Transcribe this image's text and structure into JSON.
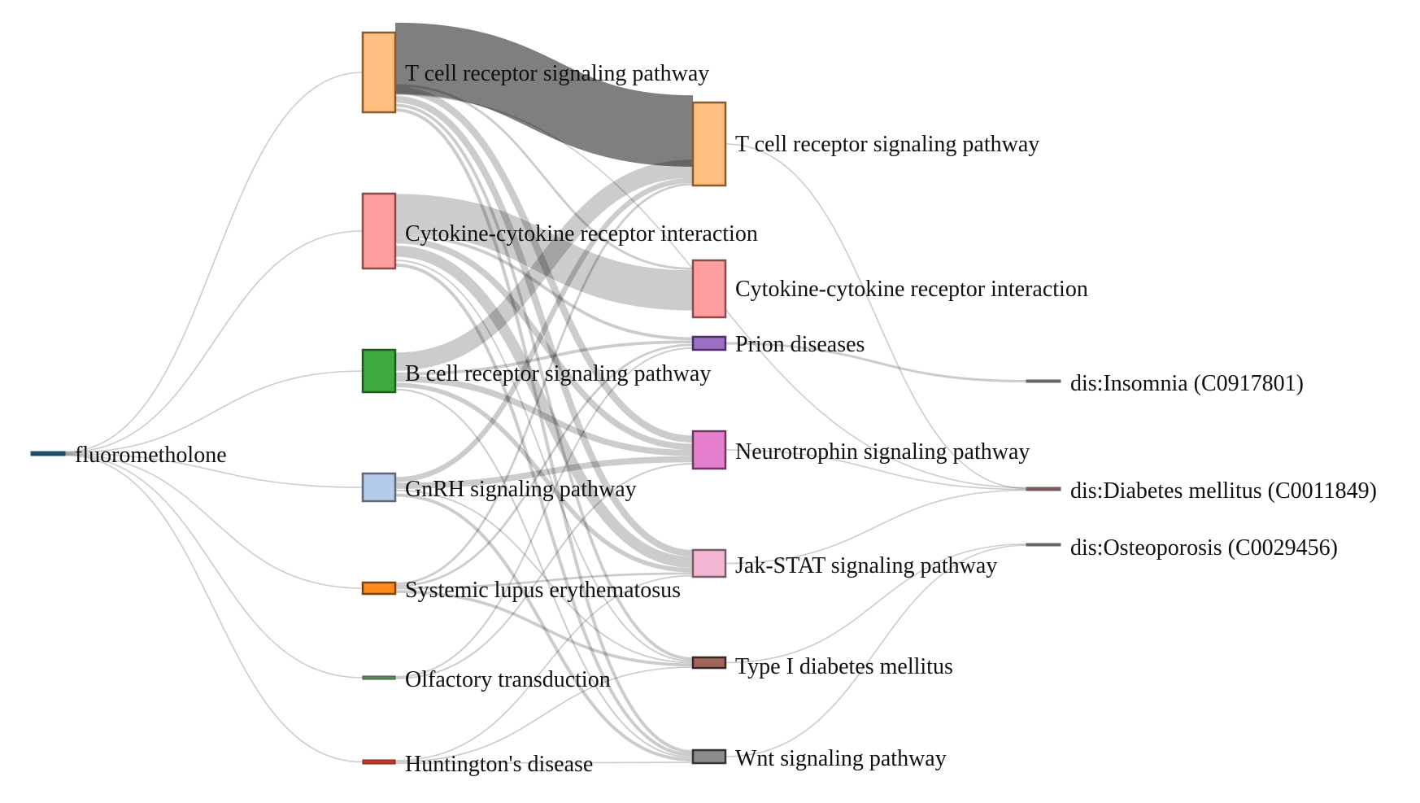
{
  "diagram": {
    "type": "sankey",
    "link_color": "#000000",
    "nodes": [
      {
        "id": "drug",
        "label": "fluorometholone",
        "column": 0,
        "fill": "#1f4e6e",
        "stroke": "#1f4e6e"
      },
      {
        "id": "p1_tcell",
        "label": "T cell receptor signaling pathway",
        "column": 1,
        "fill": "#ffbf80",
        "stroke": "#8a5a2b"
      },
      {
        "id": "p1_cyto",
        "label": "Cytokine-cytokine receptor interaction",
        "column": 1,
        "fill": "#ff9e9e",
        "stroke": "#8a4a4a"
      },
      {
        "id": "p1_bcell",
        "label": "B cell receptor signaling pathway",
        "column": 1,
        "fill": "#3daa3d",
        "stroke": "#1e5c1e"
      },
      {
        "id": "p1_gnrh",
        "label": "GnRH signaling pathway",
        "column": 1,
        "fill": "#b4cbeb",
        "stroke": "#5a6878"
      },
      {
        "id": "p1_sle",
        "label": "Systemic lupus erythematosus",
        "column": 1,
        "fill": "#ff8c1a",
        "stroke": "#7a420d"
      },
      {
        "id": "p1_olf",
        "label": "Olfactory transduction",
        "column": 1,
        "fill": "#5a8a5a",
        "stroke": "#3a5a3a"
      },
      {
        "id": "p1_hunt",
        "label": "Huntington's disease",
        "column": 1,
        "fill": "#c0392b",
        "stroke": "#7a1f18"
      },
      {
        "id": "p2_tcell",
        "label": "T cell receptor signaling pathway",
        "column": 2,
        "fill": "#ffbf80",
        "stroke": "#8a5a2b"
      },
      {
        "id": "p2_cyto",
        "label": "Cytokine-cytokine receptor interaction",
        "column": 2,
        "fill": "#ff9e9e",
        "stroke": "#8a4a4a"
      },
      {
        "id": "p2_prion",
        "label": "Prion diseases",
        "column": 2,
        "fill": "#9b6fc4",
        "stroke": "#4a2f66"
      },
      {
        "id": "p2_neuro",
        "label": "Neurotrophin signaling pathway",
        "column": 2,
        "fill": "#e37fcc",
        "stroke": "#6e3462"
      },
      {
        "id": "p2_jak",
        "label": "Jak-STAT signaling pathway",
        "column": 2,
        "fill": "#f5b8d4",
        "stroke": "#7a5a68"
      },
      {
        "id": "p2_t1d",
        "label": "Type I diabetes mellitus",
        "column": 2,
        "fill": "#a0645a",
        "stroke": "#3e2420"
      },
      {
        "id": "p2_wnt",
        "label": "Wnt signaling pathway",
        "column": 2,
        "fill": "#8c8c8c",
        "stroke": "#333333"
      },
      {
        "id": "d_insomnia",
        "label": "dis:Insomnia (C0917801)",
        "column": 3,
        "fill": "#666666",
        "stroke": "#666666"
      },
      {
        "id": "d_diabetes",
        "label": "dis:Diabetes mellitus (C0011849)",
        "column": 3,
        "fill": "#7a5a5a",
        "stroke": "#7a5a5a"
      },
      {
        "id": "d_osteo",
        "label": "dis:Osteoporosis (C0029456)",
        "column": 3,
        "fill": "#666666",
        "stroke": "#666666"
      }
    ],
    "links": [
      {
        "source": "drug",
        "target": "p1_tcell",
        "value": 1
      },
      {
        "source": "drug",
        "target": "p1_cyto",
        "value": 1
      },
      {
        "source": "drug",
        "target": "p1_bcell",
        "value": 1
      },
      {
        "source": "drug",
        "target": "p1_gnrh",
        "value": 1
      },
      {
        "source": "drug",
        "target": "p1_sle",
        "value": 1
      },
      {
        "source": "drug",
        "target": "p1_olf",
        "value": 1
      },
      {
        "source": "drug",
        "target": "p1_hunt",
        "value": 1
      },
      {
        "source": "p1_tcell",
        "target": "p2_tcell",
        "value": 22,
        "highlight": true
      },
      {
        "source": "p1_tcell",
        "target": "p2_neuro",
        "value": 3
      },
      {
        "source": "p1_tcell",
        "target": "p2_jak",
        "value": 3
      },
      {
        "source": "p1_tcell",
        "target": "p2_t1d",
        "value": 2
      },
      {
        "source": "p1_tcell",
        "target": "p2_wnt",
        "value": 2
      },
      {
        "source": "p1_tcell",
        "target": "p2_cyto",
        "value": 1
      },
      {
        "source": "p1_tcell",
        "target": "d_diabetes",
        "value": 1
      },
      {
        "source": "p1_cyto",
        "target": "p2_cyto",
        "value": 13
      },
      {
        "source": "p1_cyto",
        "target": "p2_jak",
        "value": 5
      },
      {
        "source": "p1_cyto",
        "target": "p2_neuro",
        "value": 2
      },
      {
        "source": "p1_cyto",
        "target": "p2_wnt",
        "value": 2
      },
      {
        "source": "p1_cyto",
        "target": "p2_t1d",
        "value": 1
      },
      {
        "source": "p1_cyto",
        "target": "p2_prion",
        "value": 1
      },
      {
        "source": "p1_bcell",
        "target": "p2_tcell",
        "value": 7
      },
      {
        "source": "p1_bcell",
        "target": "p2_neuro",
        "value": 2
      },
      {
        "source": "p1_bcell",
        "target": "p2_jak",
        "value": 2
      },
      {
        "source": "p1_bcell",
        "target": "p2_wnt",
        "value": 1
      },
      {
        "source": "p1_bcell",
        "target": "p2_prion",
        "value": 1
      },
      {
        "source": "p1_gnrh",
        "target": "p2_neuro",
        "value": 2
      },
      {
        "source": "p1_gnrh",
        "target": "p2_tcell",
        "value": 2
      },
      {
        "source": "p1_gnrh",
        "target": "p2_wnt",
        "value": 2
      },
      {
        "source": "p1_gnrh",
        "target": "p2_t1d",
        "value": 1
      },
      {
        "source": "p1_sle",
        "target": "p2_t1d",
        "value": 2
      },
      {
        "source": "p1_sle",
        "target": "p2_tcell",
        "value": 1
      },
      {
        "source": "p1_sle",
        "target": "p2_prion",
        "value": 1
      },
      {
        "source": "p1_sle",
        "target": "p2_jak",
        "value": 1
      },
      {
        "source": "p1_olf",
        "target": "p2_neuro",
        "value": 1
      },
      {
        "source": "p1_olf",
        "target": "p2_prion",
        "value": 1
      },
      {
        "source": "p1_hunt",
        "target": "p2_jak",
        "value": 1
      },
      {
        "source": "p1_hunt",
        "target": "p2_wnt",
        "value": 1
      },
      {
        "source": "p1_hunt",
        "target": "p2_t1d",
        "value": 1
      },
      {
        "source": "p2_tcell",
        "target": "d_diabetes",
        "value": 1
      },
      {
        "source": "p2_prion",
        "target": "d_insomnia",
        "value": 1
      },
      {
        "source": "p2_neuro",
        "target": "d_diabetes",
        "value": 1
      },
      {
        "source": "p2_jak",
        "target": "d_diabetes",
        "value": 1
      },
      {
        "source": "p2_t1d",
        "target": "d_osteo",
        "value": 1
      },
      {
        "source": "p2_wnt",
        "target": "d_osteo",
        "value": 1
      }
    ]
  }
}
